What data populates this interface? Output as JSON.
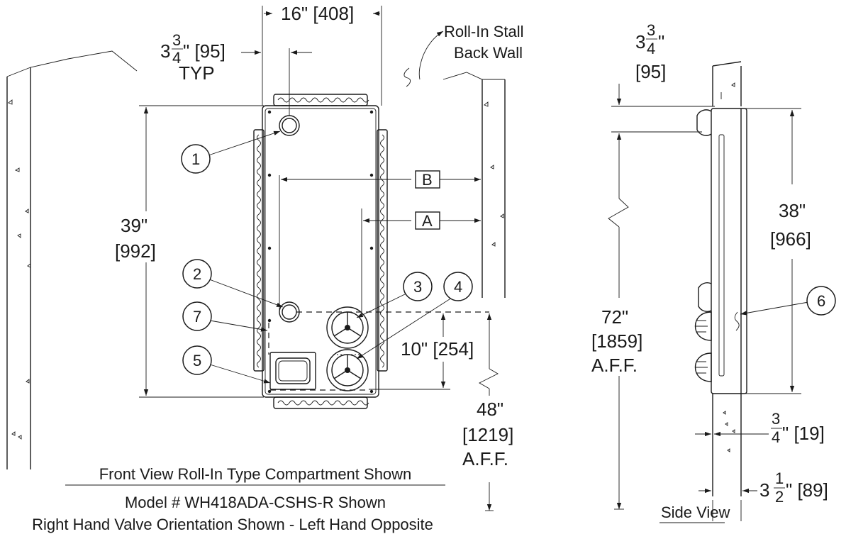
{
  "front": {
    "dims": {
      "width": "16\" [408]",
      "inset_whole": "3",
      "inset_num": "3",
      "inset_den": "4",
      "inset_rest": "\" [95]",
      "typ": "TYP",
      "height_in": "39\"",
      "height_mm": "[992]",
      "valve_gap": "10\" [254]",
      "valve_aff_in": "48\"",
      "valve_aff_mm": "[1219]",
      "valve_aff": "A.F.F."
    },
    "wall_label_1": "Roll-In Stall",
    "wall_label_2": "Back Wall",
    "box_b": "B",
    "box_a": "A",
    "callouts": [
      "1",
      "2",
      "3",
      "4",
      "5",
      "7"
    ],
    "caption": "Front View Roll-In Type Compartment Shown",
    "model": "Model # WH418ADA-CSHS-R Shown",
    "orientation": "Right Hand Valve Orientation Shown - Left Hand Opposite"
  },
  "side": {
    "dims": {
      "top_whole": "3",
      "top_num": "3",
      "top_den": "4",
      "top_quote": "\"",
      "top_mm": "[95]",
      "height_in": "38\"",
      "height_mm": "[966]",
      "aff_in": "72\"",
      "aff_mm": "[1859]",
      "aff": "A.F.F.",
      "gap_num": "3",
      "gap_den": "4",
      "gap_rest": "\" [19]",
      "depth_whole": "3",
      "depth_num": "1",
      "depth_den": "2",
      "depth_rest": "\" [89]"
    },
    "callout": "6",
    "title": "Side View"
  }
}
